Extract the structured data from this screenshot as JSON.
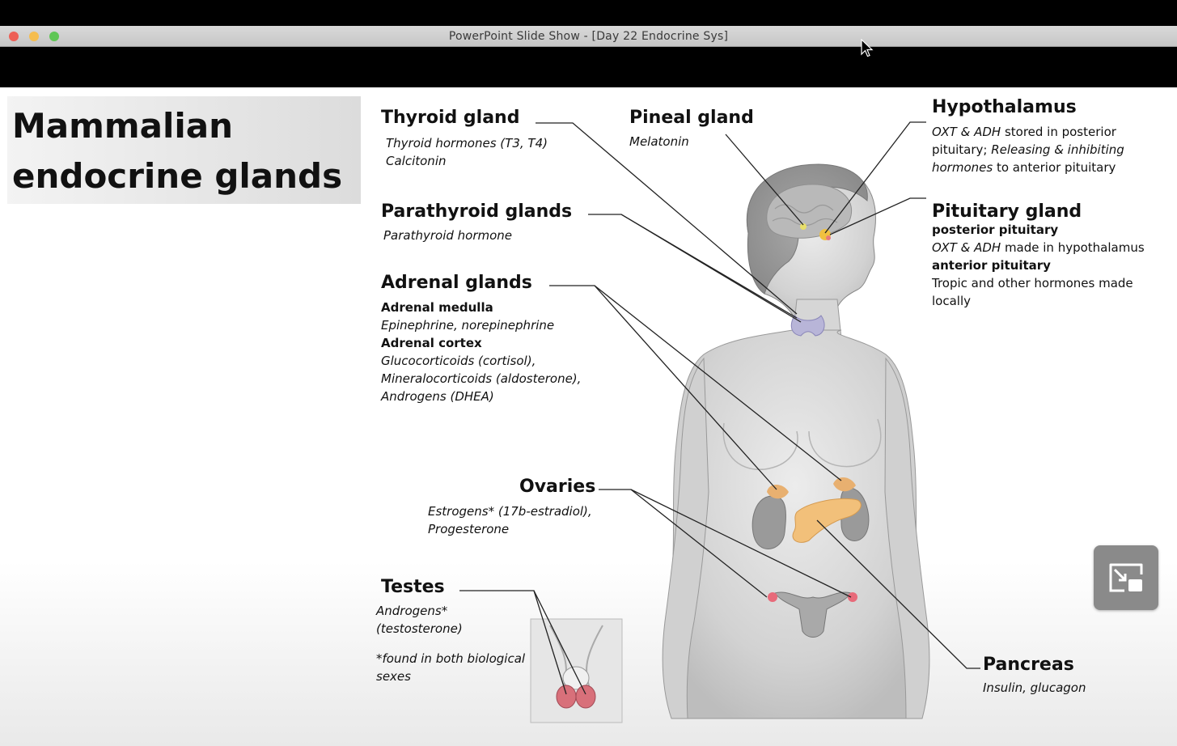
{
  "window": {
    "title": "PowerPoint Slide Show - [Day 22 Endocrine Sys]",
    "traffic_lights": [
      "#ed5f56",
      "#f5bd4f",
      "#5fc655"
    ]
  },
  "slide": {
    "title_line1": "Mammalian",
    "title_line2": "endocrine glands",
    "thyroid": {
      "heading": "Thyroid gland",
      "line1": "Thyroid hormones (T3, T4)",
      "line2": "Calcitonin"
    },
    "pineal": {
      "heading": "Pineal gland",
      "line1": "Melatonin"
    },
    "hypothalamus": {
      "heading": "Hypothalamus",
      "l1a": "OXT & ADH",
      "l1b": " stored in posterior",
      "l2a": "pituitary; ",
      "l2b": "Releasing & inhibiting",
      "l3a": "hormones",
      "l3b": " to anterior pituitary"
    },
    "parathyroid": {
      "heading": "Parathyroid glands",
      "line1": "Parathyroid hormone"
    },
    "pituitary": {
      "heading": "Pituitary gland",
      "sub1": "posterior pituitary",
      "l1a": "OXT & ADH",
      "l1b": " made in hypothalamus",
      "sub2": "anterior pituitary",
      "l2": "Tropic and other hormones made",
      "l3": "locally"
    },
    "adrenal": {
      "heading": "Adrenal glands",
      "medulla_label": "Adrenal medulla",
      "medulla_text": "Epinephrine, norepinephrine",
      "cortex_label": "Adrenal cortex",
      "cortex_1": "Glucocorticoids (cortisol),",
      "cortex_2": "Mineralocorticoids (aldosterone),",
      "cortex_3": "Androgens (DHEA)"
    },
    "ovaries": {
      "heading": "Ovaries",
      "line1": "Estrogens* (17b-estradiol),",
      "line2": "Progesterone"
    },
    "testes": {
      "heading": "Testes",
      "line1": "Androgens*",
      "line2": "(testosterone)",
      "note1": "*found in both biological",
      "note2": "sexes"
    },
    "pancreas": {
      "heading": "Pancreas",
      "line1": "Insulin, glucagon"
    }
  },
  "icons": {
    "pip": "exit-picture-in-picture-icon",
    "cursor": "mouse-pointer-icon"
  }
}
